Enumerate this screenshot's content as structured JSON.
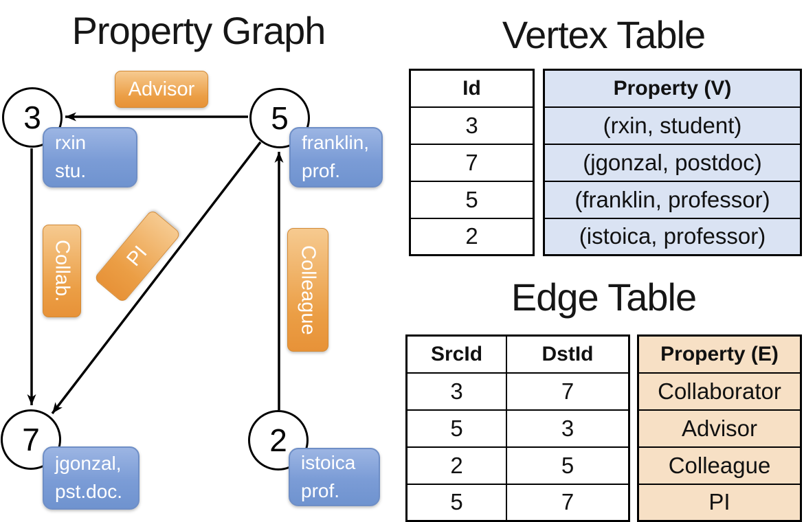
{
  "graph": {
    "title": "Property Graph",
    "nodes": [
      {
        "id": "3",
        "label": "rxin\nstu."
      },
      {
        "id": "5",
        "label": "franklin,\nprof."
      },
      {
        "id": "7",
        "label": "jgonzal,\npst.doc."
      },
      {
        "id": "2",
        "label": "istoica\nprof."
      }
    ],
    "edge_labels": {
      "advisor": "Advisor",
      "collab": "Collab.",
      "pi": "PI",
      "colleague": "Colleague"
    }
  },
  "vertex_table": {
    "title": "Vertex Table",
    "headers": {
      "id": "Id",
      "property": "Property (V)"
    },
    "rows": [
      {
        "id": "3",
        "property": "(rxin, student)"
      },
      {
        "id": "7",
        "property": "(jgonzal, postdoc)"
      },
      {
        "id": "5",
        "property": "(franklin, professor)"
      },
      {
        "id": "2",
        "property": "(istoica, professor)"
      }
    ]
  },
  "edge_table": {
    "title": "Edge Table",
    "headers": {
      "src": "SrcId",
      "dst": "DstId",
      "property": "Property (E)"
    },
    "rows": [
      {
        "src": "3",
        "dst": "7",
        "property": "Collaborator"
      },
      {
        "src": "5",
        "dst": "3",
        "property": "Advisor"
      },
      {
        "src": "2",
        "dst": "5",
        "property": "Colleague"
      },
      {
        "src": "5",
        "dst": "7",
        "property": "PI"
      }
    ]
  },
  "colors": {
    "edge_label_orange": "#eb9e45",
    "vertex_label_blue": "#7b9cd6",
    "vertex_property_fill": "#dae3f3",
    "edge_property_fill": "#f7e0c5",
    "line_black": "#000000"
  }
}
